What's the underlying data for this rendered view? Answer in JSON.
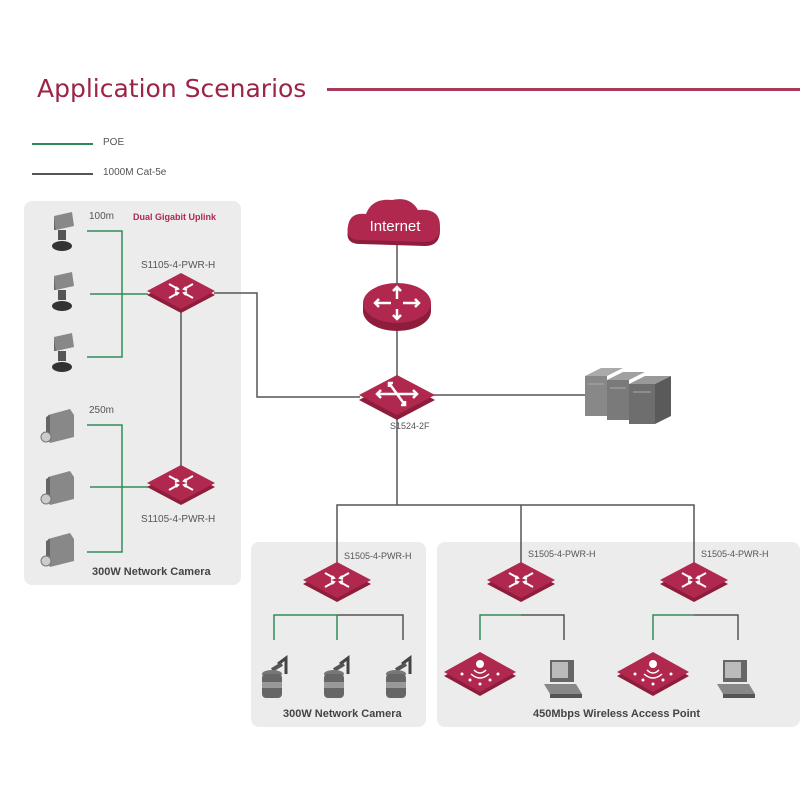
{
  "header": {
    "title": "Application Scenarios"
  },
  "legend": [
    {
      "label": "POE",
      "color": "#2e8b57"
    },
    {
      "label": "1000M Cat-5e",
      "color": "#555555"
    }
  ],
  "colors": {
    "brand": "#b0284e",
    "poe": "#2e8b57",
    "cat5e": "#555555",
    "panel": "#ececec"
  },
  "nodes": {
    "internet": {
      "label": "Internet",
      "type": "cloud"
    },
    "router": {
      "label": "",
      "type": "router"
    },
    "core_switch": {
      "label": "S1524-2F",
      "type": "switch"
    },
    "server": {
      "label": "",
      "type": "server-cluster"
    },
    "left_top_switch": {
      "label": "S1105-4-PWR-H",
      "type": "poe-switch"
    },
    "left_bottom_switch": {
      "label": "S1105-4-PWR-H",
      "type": "poe-switch"
    },
    "bottom_switch_1": {
      "label": "S1505-4-PWR-H",
      "type": "poe-switch"
    },
    "bottom_switch_2": {
      "label": "S1505-4-PWR-H",
      "type": "poe-switch"
    },
    "bottom_switch_3": {
      "label": "S1505-4-PWR-H",
      "type": "poe-switch"
    }
  },
  "left_panel": {
    "distance_top": "100m",
    "uplink_label": "Dual Gigabit Uplink",
    "distance_bottom": "250m",
    "caption": "300W Network Camera"
  },
  "bottom_left_panel": {
    "caption": "300W Network Camera"
  },
  "bottom_right_panel": {
    "caption": "450Mbps Wireless Access Point"
  }
}
